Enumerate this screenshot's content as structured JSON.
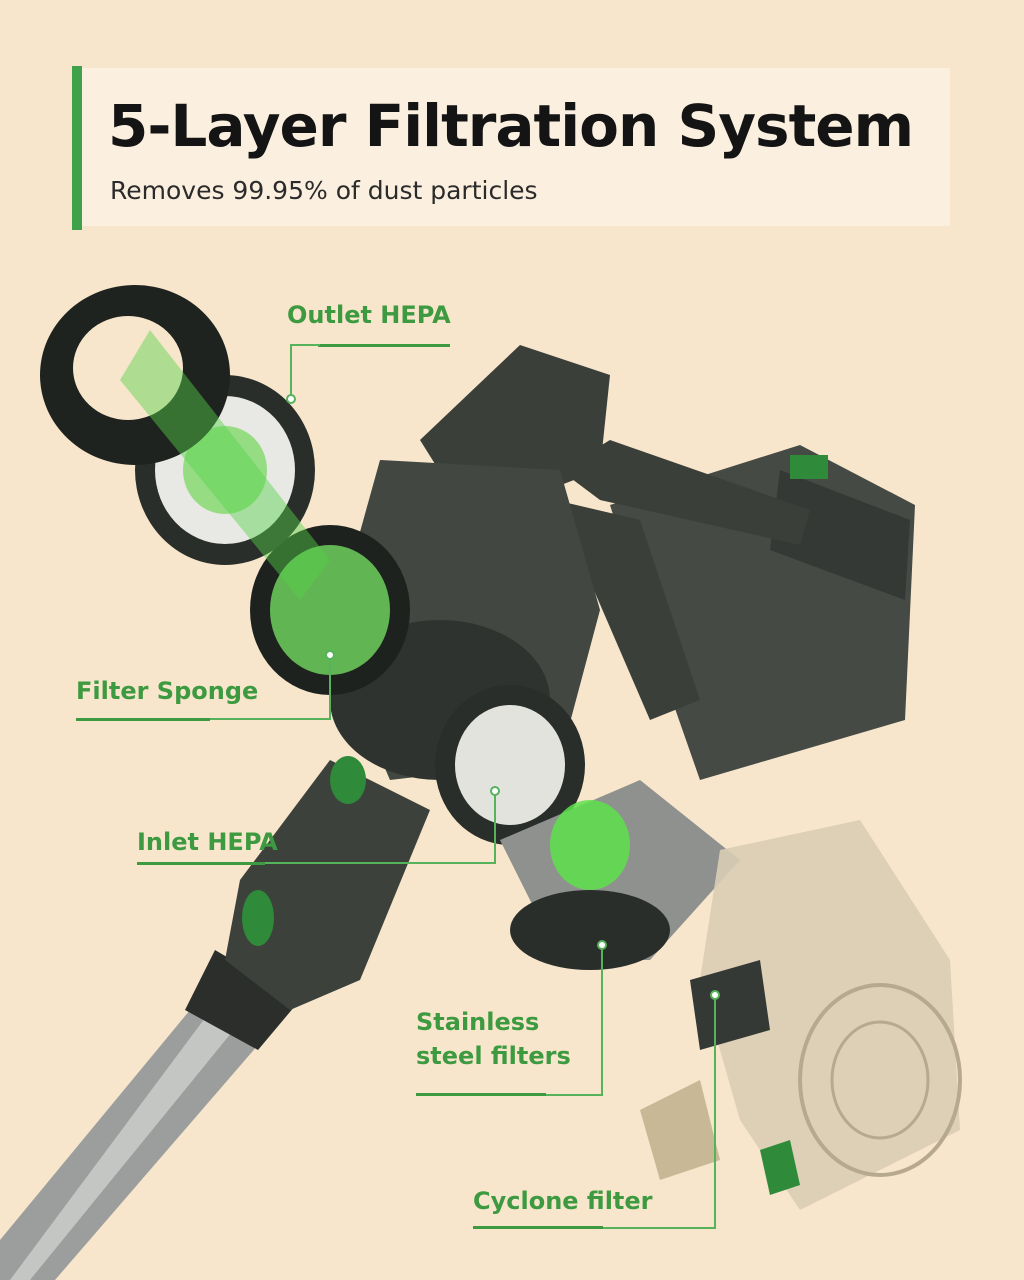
{
  "header": {
    "title": "5-Layer Filtration System",
    "subtitle": "Removes 99.95% of dust particles"
  },
  "labels": {
    "outlet_hepa": "Outlet HEPA",
    "filter_sponge": "Filter Sponge",
    "inlet_hepa": "Inlet HEPA",
    "stainless_line1": "Stainless",
    "stainless_line2": "steel filters",
    "cyclone_filter": "Cyclone filter"
  },
  "colors": {
    "background": "#f7e6cc",
    "accent": "#3d9a40",
    "product_body": "#3c413c"
  }
}
